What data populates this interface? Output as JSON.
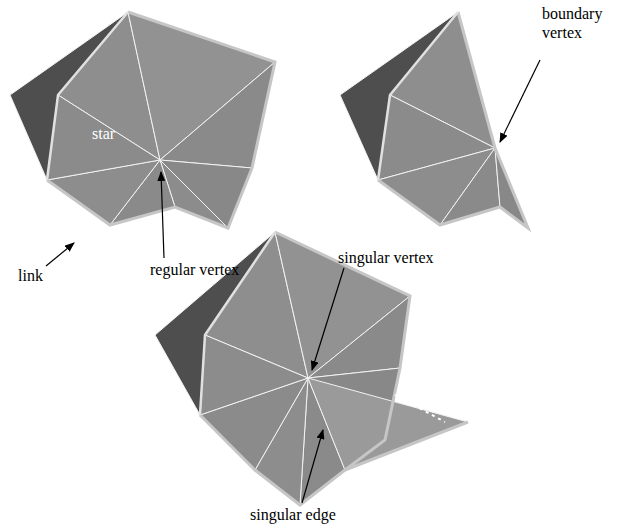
{
  "diagram": {
    "labels": [
      "link",
      "star",
      "regular vertex",
      "boundary vertex",
      "singular vertex",
      "singular edge"
    ]
  }
}
